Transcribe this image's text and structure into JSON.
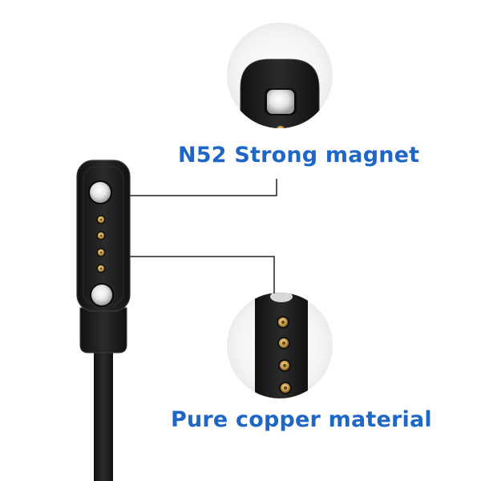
{
  "callouts": {
    "magnet": {
      "text": "N52 Strong magnet"
    },
    "copper": {
      "text": "Pure copper material"
    }
  },
  "colors": {
    "label_text": "#1f67c6",
    "connector_body": "#1c1c1c",
    "connector_edge": "#3a3a3a",
    "magnet_silver": "#e6e6e6",
    "pin_gold": "#c9a04a",
    "leader_line": "#222222",
    "zoom_circle_bg": "#f3f3f3"
  },
  "product": {
    "pin_count": 4,
    "magnet_count": 2
  }
}
